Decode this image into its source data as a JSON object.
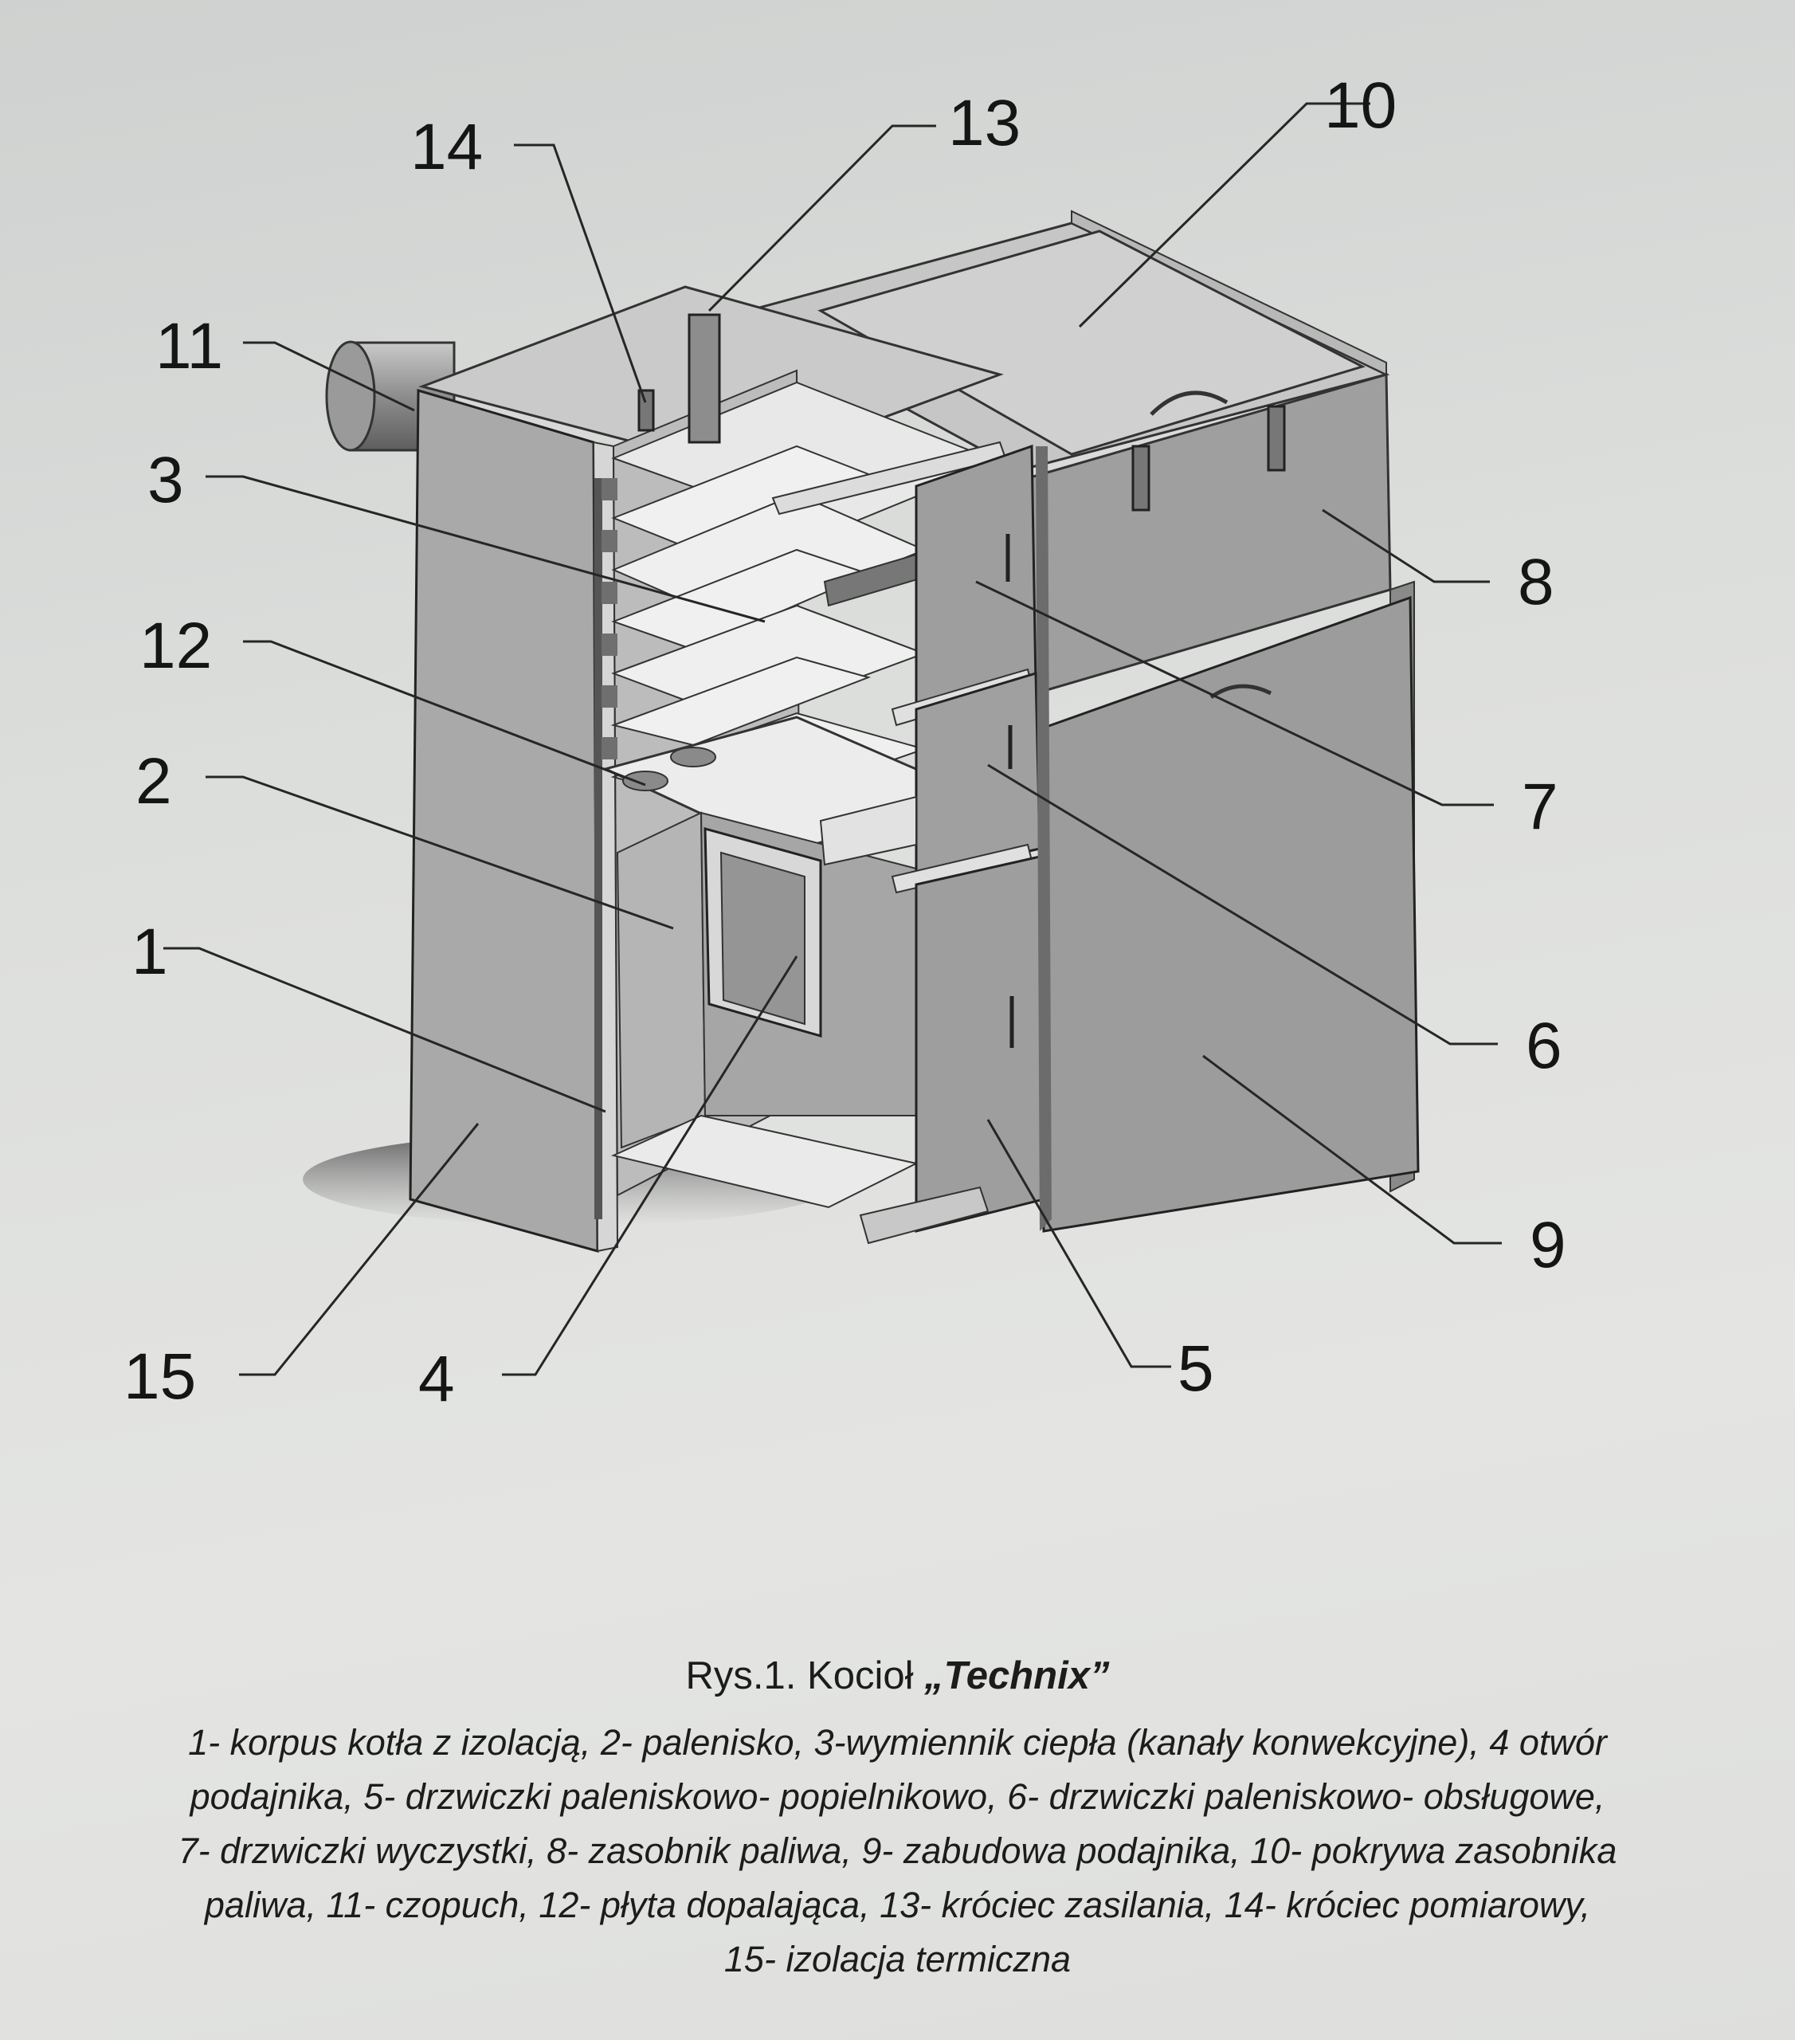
{
  "diagram": {
    "callouts": [
      {
        "id": "c14",
        "label": "14"
      },
      {
        "id": "c13",
        "label": "13"
      },
      {
        "id": "c10",
        "label": "10"
      },
      {
        "id": "c11",
        "label": "11"
      },
      {
        "id": "c3",
        "label": "3"
      },
      {
        "id": "c12",
        "label": "12"
      },
      {
        "id": "c2",
        "label": "2"
      },
      {
        "id": "c1",
        "label": "1"
      },
      {
        "id": "c15",
        "label": "15"
      },
      {
        "id": "c4",
        "label": "4"
      },
      {
        "id": "c5",
        "label": "5"
      },
      {
        "id": "c8",
        "label": "8"
      },
      {
        "id": "c7",
        "label": "7"
      },
      {
        "id": "c6",
        "label": "6"
      },
      {
        "id": "c9",
        "label": "9"
      }
    ]
  },
  "caption": {
    "title_prefix": "Rys.1. Kocioł ",
    "title_name": "„Technix”",
    "lines": [
      "1- korpus kotła z izolacją, 2- palenisko, 3-wymiennik ciepła (kanały konwekcyjne), 4 otwór",
      "podajnika, 5- drzwiczki paleniskowo- popielnikowo, 6- drzwiczki paleniskowo- obsługowe,",
      "7- drzwiczki wyczystki, 8- zasobnik paliwa, 9- zabudowa podajnika, 10- pokrywa zasobnika",
      "paliwa, 11- czopuch, 12- płyta dopalająca, 13- króciec zasilania, 14- króciec pomiarowy,",
      "15- izolacja termiczna"
    ]
  }
}
